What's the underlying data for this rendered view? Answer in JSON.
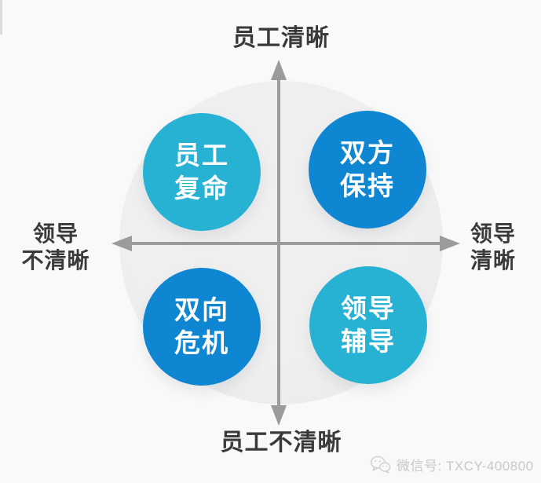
{
  "diagram": {
    "axes": {
      "top": "员工清晰",
      "bottom": "员工不清晰",
      "left": [
        "领导",
        "不清晰"
      ],
      "right": [
        "领导",
        "清晰"
      ]
    },
    "quadrants": [
      {
        "position": "top-left",
        "label": [
          "员工",
          "复命"
        ],
        "color": "#27b2d4"
      },
      {
        "position": "top-right",
        "label": [
          "双方",
          "保持"
        ],
        "color": "#0f86d1"
      },
      {
        "position": "bottom-left",
        "label": [
          "双向",
          "危机"
        ],
        "color": "#0f86d1"
      },
      {
        "position": "bottom-right",
        "label": [
          "领导",
          "辅导"
        ],
        "color": "#27b2d4"
      }
    ],
    "colors": {
      "axis": "#9b9b9b",
      "label_text": "#3a3a3a",
      "background_circle": "#ededef",
      "page_background": "#f9f9f9",
      "bubble_cyan": "#27b2d4",
      "bubble_blue": "#0f86d1",
      "watermark_text": "#c7c8ca"
    },
    "watermark": {
      "icon": "wechat-icon",
      "text": "微信号: TXCY-400800"
    }
  }
}
